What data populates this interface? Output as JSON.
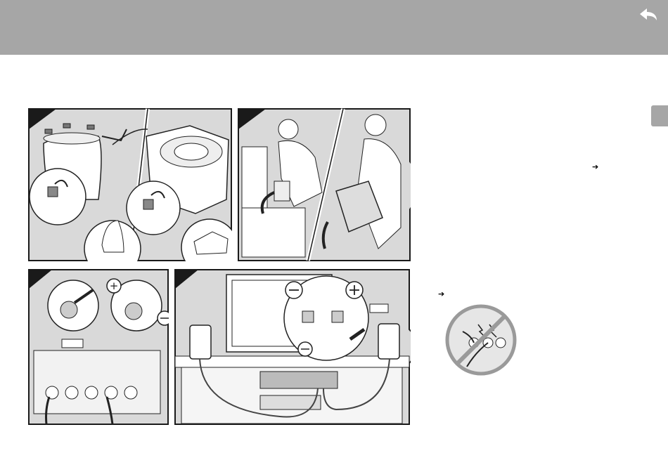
{
  "header": {
    "background_color": "#a6a6a6",
    "back_icon": "back-arrow-icon"
  },
  "side_tab": {
    "color": "#a6a6a6"
  },
  "colors": {
    "panel_background": "#d9d9d9",
    "panel_border": "#1a1a1a",
    "step_badge": "#1a1a1a"
  },
  "glyphs": {
    "reference_arrow": "➔"
  },
  "illustrations": [
    {
      "id": "attach-feet",
      "icon": "rubber-feet-illustration"
    },
    {
      "id": "place-speakers",
      "icon": "person-lifting-speaker-illustration"
    },
    {
      "id": "cable-terminals",
      "icon": "speaker-terminal-illustration"
    },
    {
      "id": "system-connection",
      "icon": "tv-system-connection-illustration"
    },
    {
      "id": "short-circuit-warning",
      "icon": "no-short-circuit-icon"
    }
  ]
}
